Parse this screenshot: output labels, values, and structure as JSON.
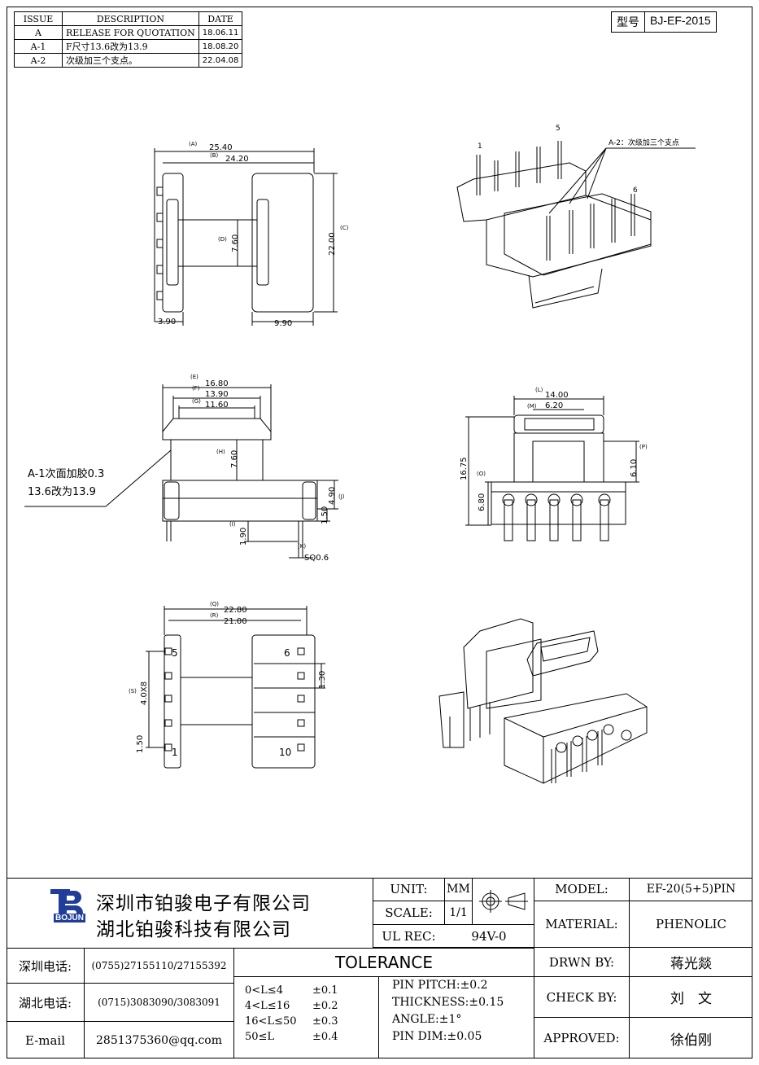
{
  "revision_table": {
    "headers": [
      "ISSUE",
      "DESCRIPTION",
      "DATE"
    ],
    "rows": [
      {
        "issue": "A",
        "description": "RELEASE FOR QUOTATION",
        "date": "18.06.11"
      },
      {
        "issue": "A-1",
        "description": "F尺寸13.6改为13.9",
        "date": "18.08.20"
      },
      {
        "issue": "A-2",
        "description": "次级加三个支点。",
        "date": "22.04.08"
      }
    ]
  },
  "model_box": {
    "label": "型号",
    "value": "BJ-EF-2015"
  },
  "top_view": {
    "dim_A": {
      "tag": "(A)",
      "value": "25.40"
    },
    "dim_B": {
      "tag": "(B)",
      "value": "24.20"
    },
    "dim_C": {
      "tag": "(C)",
      "value": "22.00"
    },
    "dim_D": {
      "tag": "(D)",
      "value": "7.60"
    },
    "dim_left": "3.90",
    "dim_right": "9.90"
  },
  "iso_top": {
    "pin1": "1",
    "pin5": "5",
    "pin6": "6",
    "note": "A-2：次级加三个支点"
  },
  "front_view": {
    "dim_E": {
      "tag": "(E)",
      "value": "16.80"
    },
    "dim_F": {
      "tag": "(F)",
      "value": "13.90"
    },
    "dim_G": {
      "tag": "(G)",
      "value": "11.60"
    },
    "dim_H": {
      "tag": "(H)",
      "value": "7.60"
    },
    "dim_I": {
      "tag": "(I)",
      "value": "1.90"
    },
    "dim_J": {
      "tag": "(J)",
      "value": "4.90"
    },
    "dim_150": "1.50",
    "dim_K": {
      "tag": "(K)",
      "value": "SQ0.6"
    },
    "note_line1": "A-1次面加胶0.3",
    "note_line2": "13.6改为13.9"
  },
  "side_view": {
    "dim_L": {
      "tag": "(L)",
      "value": "14.00"
    },
    "dim_M": {
      "tag": "(M)",
      "value": "6.20"
    },
    "dim_P": {
      "tag": "(P)",
      "value": "6.10"
    },
    "dim_O": {
      "tag": "(O)",
      "value": "6.80"
    },
    "dim_total": "16.75"
  },
  "bottom_view": {
    "dim_Q": {
      "tag": "(Q)",
      "value": "22.80"
    },
    "dim_R": {
      "tag": "(R)",
      "value": "21.00"
    },
    "dim_S": {
      "tag": "(S)",
      "value": "4.0X8"
    },
    "dim_130": "1.30",
    "dim_150": "1.50",
    "pin5": "5",
    "pin6": "6",
    "pin1": "1",
    "pin10": "10"
  },
  "title_block": {
    "logo_text": "BOJUN",
    "company_1": "深圳市铂骏电子有限公司",
    "company_2": "湖北铂骏科技有限公司",
    "unit_label": "UNIT:",
    "unit_value": "MM",
    "scale_label": "SCALE:",
    "scale_value": "1/1",
    "ul_label": "UL REC:",
    "ul_value": "94V-0",
    "model_label": "MODEL:",
    "model_value": "EF-20(5+5)PIN",
    "material_label": "MATERIAL:",
    "material_value": "PHENOLIC",
    "drawn_label": "DRWN BY:",
    "drawn_value": "蒋光燚",
    "check_label": "CHECK BY:",
    "check_value": "刘　文",
    "approved_label": "APPROVED:",
    "approved_value": "徐伯刚",
    "sz_phone_label": "深圳电话:",
    "sz_phone": "(0755)27155110/27155392",
    "hb_phone_label": "湖北电话:",
    "hb_phone": "(0715)3083090/3083091",
    "email_label": "E-mail",
    "email": "2851375360@qq.com",
    "tolerance_title": "TOLERANCE",
    "tol_ranges": [
      "0<L≤4",
      "4<L≤16",
      "16<L≤50",
      "50≤L"
    ],
    "tol_values": [
      "±0.1",
      "±0.2",
      "±0.3",
      "±0.4"
    ],
    "pin_pitch": "PIN PITCH:±0.2",
    "thickness": "THICKNESS:±0.15",
    "angle": "ANGLE:±1°",
    "pin_dim": "PIN DIM:±0.05"
  }
}
